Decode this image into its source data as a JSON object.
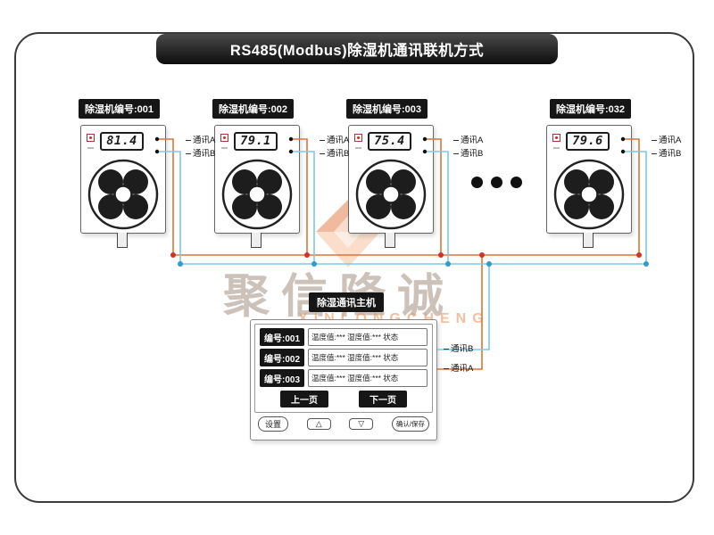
{
  "title": "RS485(Modbus)除湿机通讯联机方式",
  "watermark": {
    "text": "聚信隆诚",
    "subtext": "XINLONGCHENG"
  },
  "units": [
    {
      "label": "除湿机编号:001",
      "display": "81.4",
      "port_a": "通讯A",
      "port_b": "通讯B"
    },
    {
      "label": "除湿机编号:002",
      "display": "79.1",
      "port_a": "通讯A",
      "port_b": "通讯B"
    },
    {
      "label": "除湿机编号:003",
      "display": "75.4",
      "port_a": "通讯A",
      "port_b": "通讯B"
    },
    {
      "label": "除湿机编号:032",
      "display": "79.6",
      "port_a": "通讯A",
      "port_b": "通讯B"
    }
  ],
  "master": {
    "label": "除湿通讯主机",
    "rows": [
      {
        "id": "编号:001",
        "value": "温度值:*** 湿度值:*** 状态"
      },
      {
        "id": "编号:002",
        "value": "温度值:*** 湿度值:*** 状态"
      },
      {
        "id": "编号:003",
        "value": "温度值:*** 湿度值:*** 状态"
      }
    ],
    "prev_button": "上一页",
    "next_button": "下一页",
    "controls": [
      "设置",
      "△",
      "▽",
      "确认/保存"
    ],
    "port_b": "通讯B",
    "port_a": "通讯A"
  },
  "colors": {
    "wire_a": "#d9763b",
    "wire_b": "#7ec8e8",
    "junction_a": "#d23326",
    "junction_b": "#2f9cc9"
  }
}
